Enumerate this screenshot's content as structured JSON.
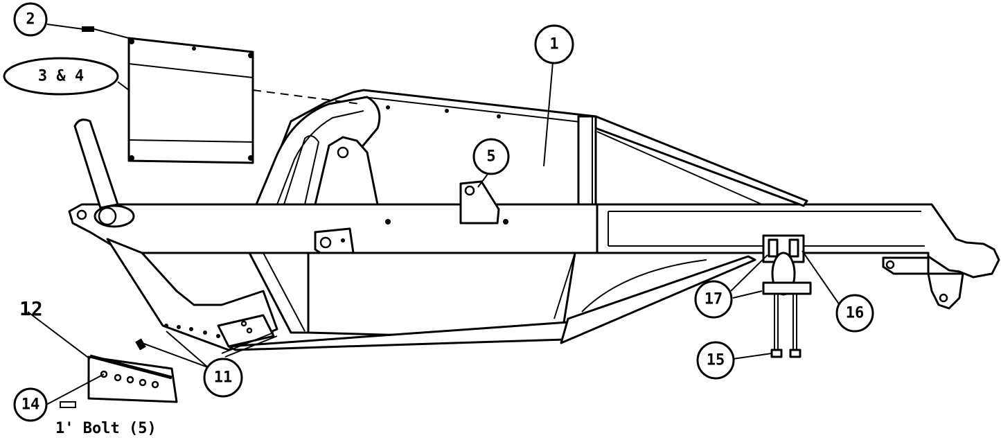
{
  "callouts": {
    "c1": "1",
    "c2": "2",
    "c3_4": "3 & 4",
    "c5": "5",
    "c11": "11",
    "c12": "12",
    "c14": "14",
    "c15": "15",
    "c16": "16",
    "c17": "17"
  },
  "notes": {
    "bolt_note": "1' Bolt (5)"
  },
  "colors": {
    "line": "#000000",
    "background": "#ffffff"
  }
}
